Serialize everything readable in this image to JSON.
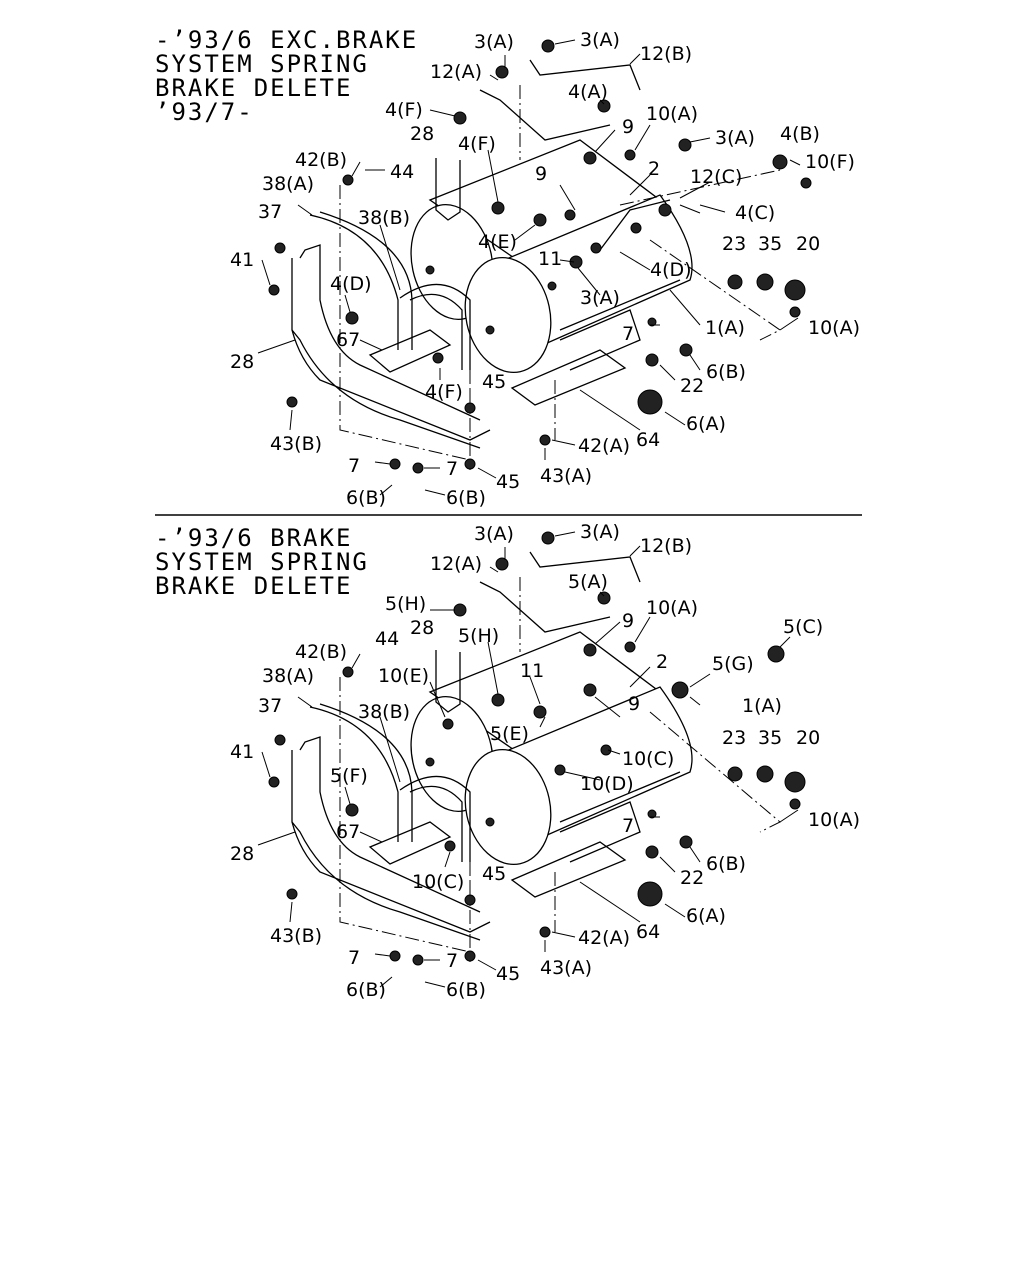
{
  "sections": [
    {
      "title_lines": [
        "-’93/6 EXC.BRAKE",
        "SYSTEM SPRING",
        "BRAKE DELETE",
        "’93/7-"
      ],
      "labels": {
        "l_3a_1": "3(A)",
        "l_3a_2": "3(A)",
        "l_12b": "12(B)",
        "l_12a": "12(A)",
        "l_4a": "4(A)",
        "l_10a_top": "10(A)",
        "l_4f_1": "4(F)",
        "l_28_top": "28",
        "l_9_1": "9",
        "l_3a_3": "3(A)",
        "l_4b": "4(B)",
        "l_42b": "42(B)",
        "l_44": "44",
        "l_4f_2": "4(F)",
        "l_2": "2",
        "l_10f": "10(F)",
        "l_38a": "38(A)",
        "l_9_2": "9",
        "l_12c": "12(C)",
        "l_37": "37",
        "l_38b": "38(B)",
        "l_4c": "4(C)",
        "l_4e": "4(E)",
        "l_23": "23",
        "l_35": "35",
        "l_20": "20",
        "l_41": "41",
        "l_11": "11",
        "l_4d_1": "4(D)",
        "l_4d_2": "4(D)",
        "l_3a_4": "3(A)",
        "l_10a_r": "10(A)",
        "l_7_r": "7",
        "l_1a": "1(A)",
        "l_67": "67",
        "l_28": "28",
        "l_6b_r": "6(B)",
        "l_45_1": "45",
        "l_4f_3": "4(F)",
        "l_22": "22",
        "l_43b": "43(B)",
        "l_6a": "6(A)",
        "l_64": "64",
        "l_42a": "42(A)",
        "l_7_1": "7",
        "l_7_2": "7",
        "l_43a": "43(A)",
        "l_45_2": "45",
        "l_6b_1": "6(B)",
        "l_6b_2": "6(B)"
      }
    },
    {
      "title_lines": [
        "-’93/6 BRAKE",
        "SYSTEM SPRING",
        "BRAKE DELETE"
      ],
      "labels": {
        "l_3a_1": "3(A)",
        "l_3a_2": "3(A)",
        "l_12b": "12(B)",
        "l_12a": "12(A)",
        "l_5a": "5(A)",
        "l_5h_1": "5(H)",
        "l_10a_top": "10(A)",
        "l_9_1": "9",
        "l_5c": "5(C)",
        "l_28_top": "28",
        "l_5h_2": "5(H)",
        "l_2": "2",
        "l_42b": "42(B)",
        "l_44": "44",
        "l_11": "11",
        "l_5g": "5(G)",
        "l_38a": "38(A)",
        "l_10e": "10(E)",
        "l_9_2": "9",
        "l_1a": "1(A)",
        "l_37": "37",
        "l_38b": "38(B)",
        "l_5e": "5(E)",
        "l_23": "23",
        "l_35": "35",
        "l_20": "20",
        "l_41": "41",
        "l_10c_1": "10(C)",
        "l_5f": "5(F)",
        "l_10d": "10(D)",
        "l_10a_r": "10(A)",
        "l_7_r": "7",
        "l_67": "67",
        "l_6b_r": "6(B)",
        "l_28": "28",
        "l_10c_2": "10(C)",
        "l_45_1": "45",
        "l_22": "22",
        "l_6a": "6(A)",
        "l_43b": "43(B)",
        "l_64": "64",
        "l_42a": "42(A)",
        "l_7_1": "7",
        "l_7_2": "7",
        "l_43a": "43(A)",
        "l_45_2": "45",
        "l_6b_1": "6(B)",
        "l_6b_2": "6(B)"
      }
    }
  ]
}
